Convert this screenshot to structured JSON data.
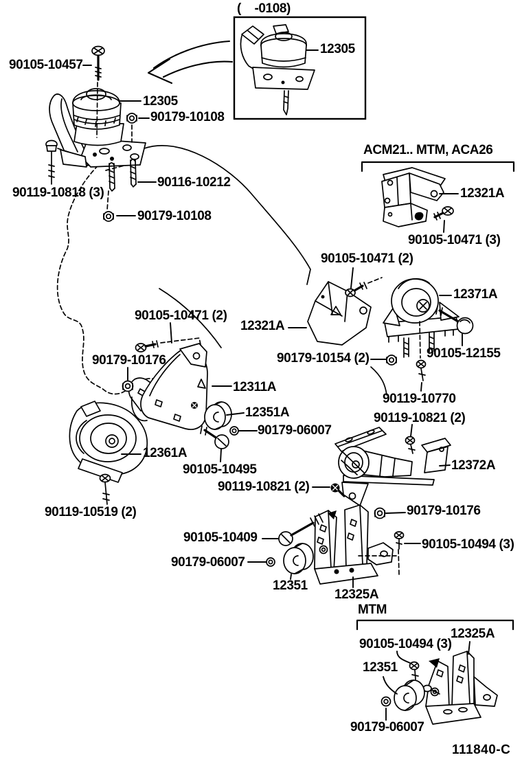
{
  "figure": {
    "code": "111840-C",
    "inset_variant_note": "(    -0108)",
    "group_headers": {
      "acm": "ACM21.. MTM, ACA26",
      "mtm": "MTM"
    }
  },
  "colors": {
    "ink": "#000000",
    "paper": "#ffffff"
  },
  "callouts": {
    "insulator_12305_inset": "12305",
    "bolt_90105_10457": "90105-10457",
    "insulator_12305": "12305",
    "nut_90179_10108_a": "90179-10108",
    "stud_90116_10212": "90116-10212",
    "bolt_90119_10818": "90119-10818 (3)",
    "nut_90179_10108_b": "90179-10108",
    "bracket_12321a_right": "12321A",
    "bolt_90105_10471_3": "90105-10471 (3)",
    "bolt_90105_10471_2r": "90105-10471 (2)",
    "insulator_12371a": "12371A",
    "bracket_12321a_center": "12321A",
    "bolt_90105_10471_2l": "90105-10471 (2)",
    "nut_90179_10154": "90179-10154 (2)",
    "bolt_90105_12155": "90105-12155",
    "nut_90179_10176_a": "90179-10176",
    "stud_90119_10770": "90119-10770",
    "bracket_12311a": "12311A",
    "damper_12351a": "12351A",
    "stud_90119_10821_r": "90119-10821 (2)",
    "nut_90179_06007_a": "90179-06007",
    "insulator_12361a": "12361A",
    "bolt_90105_10495": "90105-10495",
    "insulator_12372a": "12372A",
    "stud_90119_10821_l": "90119-10821 (2)",
    "bolt_90119_10519": "90119-10519 (2)",
    "nut_90179_10176_b": "90179-10176",
    "bolt_90105_10409": "90105-10409",
    "bolt_90105_10494_u": "90105-10494 (3)",
    "nut_90179_06007_b": "90179-06007",
    "damper_12351_c": "12351",
    "bracket_12325a_c": "12325A",
    "bracket_12325a_b": "12325A",
    "bolt_90105_10494_b": "90105-10494 (3)",
    "damper_12351_b": "12351",
    "nut_90179_06007_c": "90179-06007"
  }
}
